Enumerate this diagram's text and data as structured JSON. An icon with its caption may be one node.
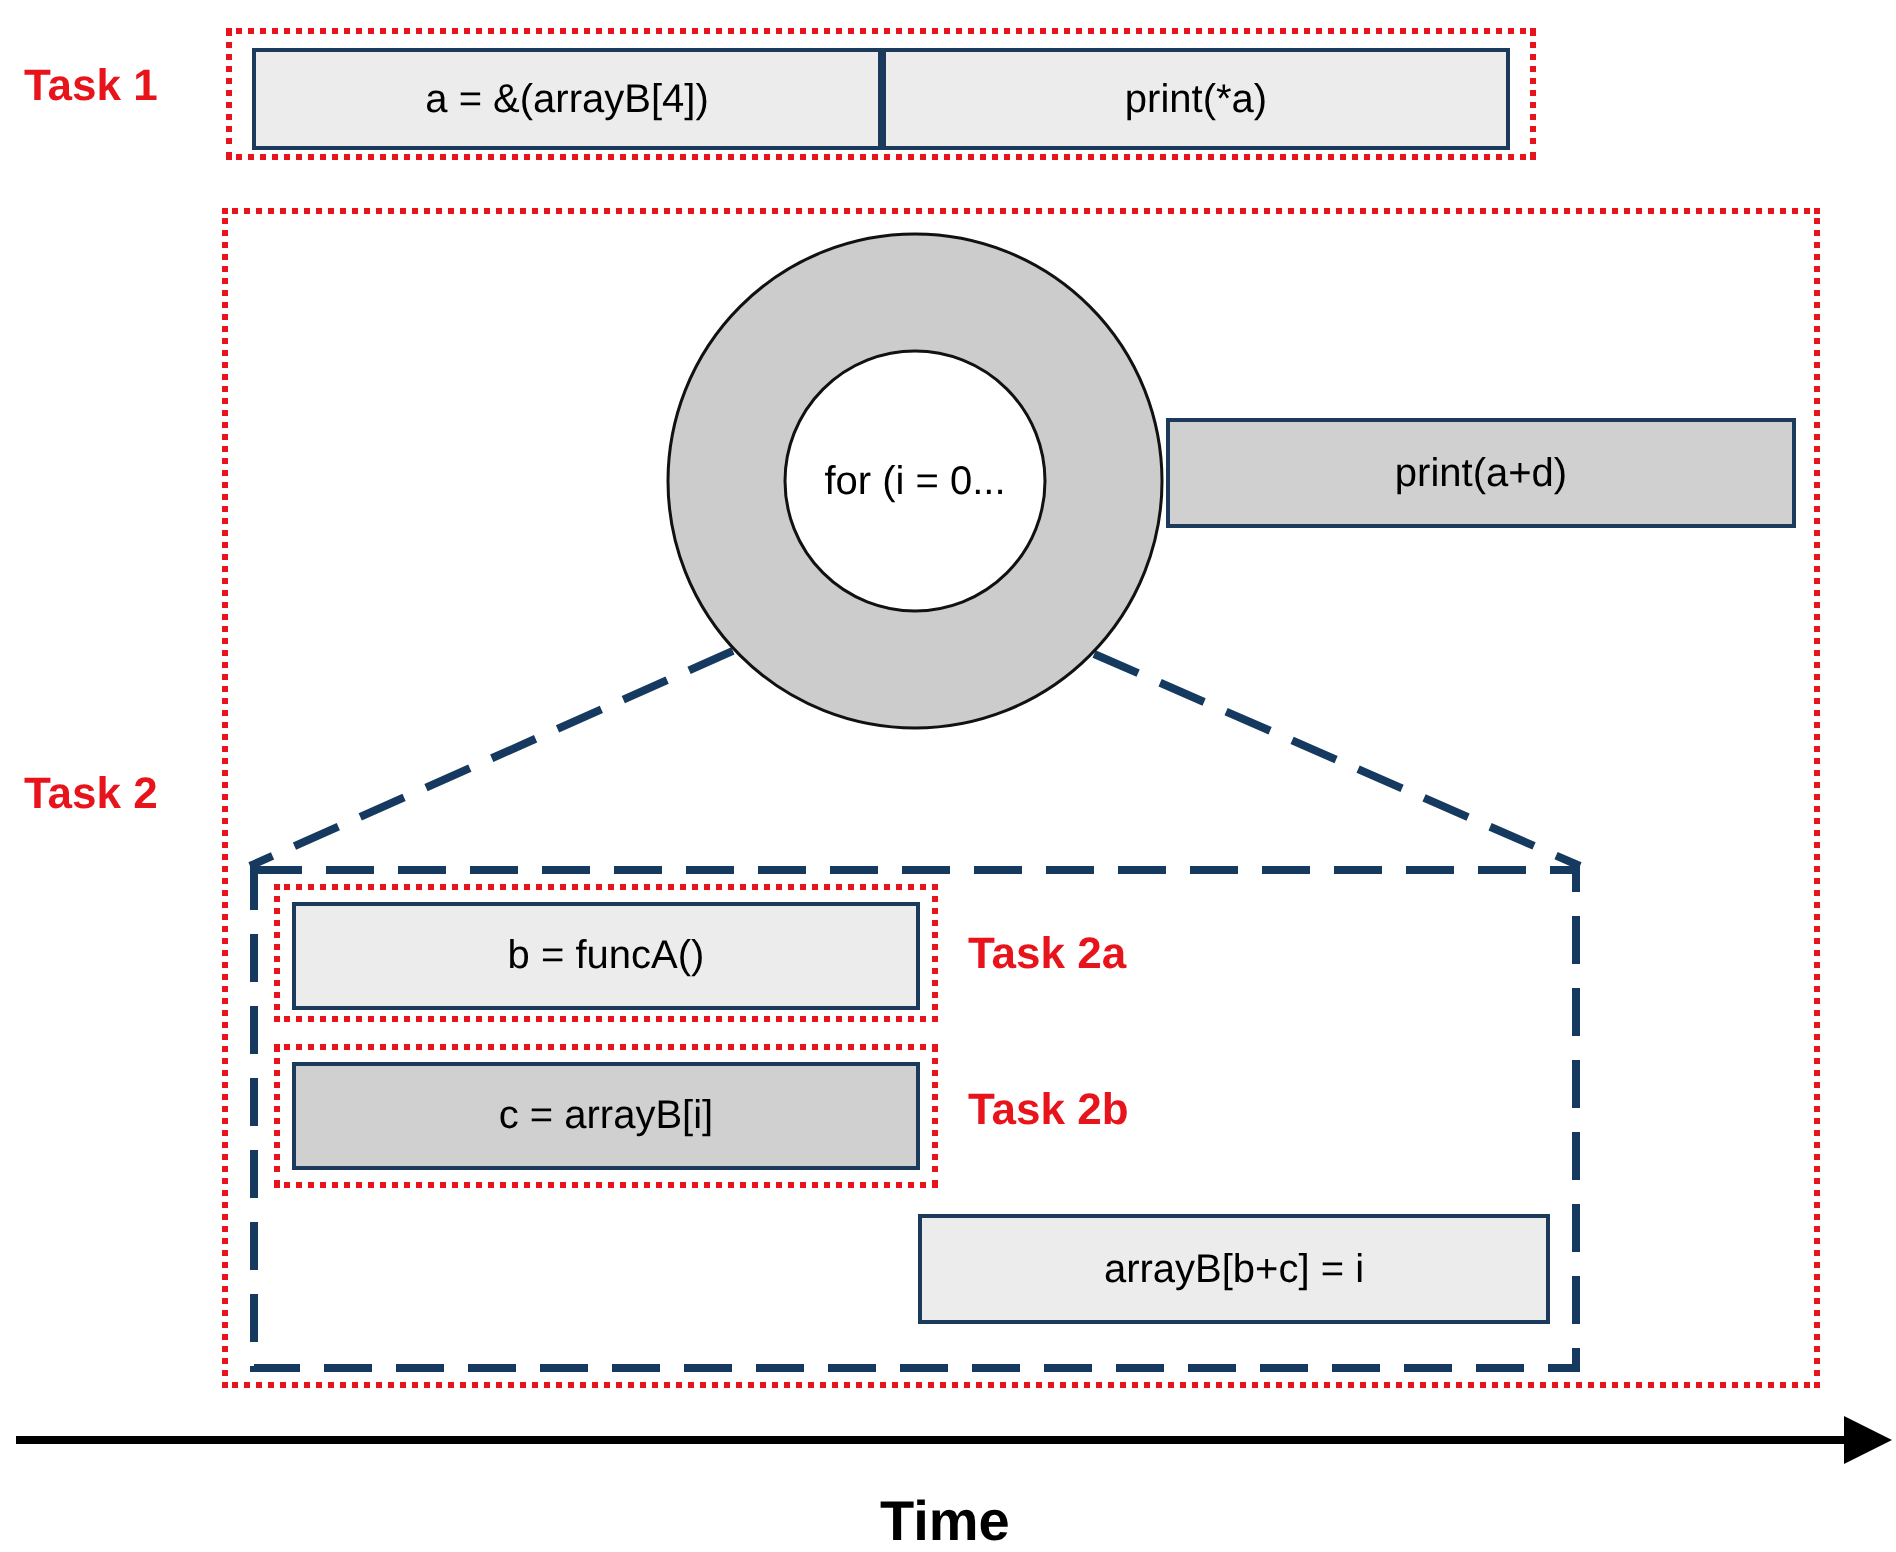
{
  "diagram": {
    "nodes": [
      {
        "text": [
          "Task 1"
        ]
      },
      {
        "text": [
          "a = &(arrayB[4])"
        ],
        "in": 0
      },
      {
        "text": [
          "print(*a)"
        ],
        "in": 0
      },
      {
        "text": [
          "Task 2"
        ]
      },
      {
        "text": [
          "for (i = 0..."
        ],
        "in": 3
      },
      {
        "text": [
          "print(a+d)"
        ],
        "in": 3
      },
      {
        "text": [],
        "shape": "box",
        "in": 3
      },
      {
        "text": [
          "Task 2a"
        ],
        "in": 6
      },
      {
        "text": [
          "b = funcA()"
        ],
        "in": 7
      },
      {
        "text": [
          "Task 2b"
        ],
        "in": 6
      },
      {
        "text": [
          "c = arrayB[i]"
        ],
        "in": 9
      },
      {
        "text": [
          "arrayB[b+c] = i"
        ],
        "in": 6
      }
    ],
    "edges": [
      {
        "from": 4,
        "to": 6,
        "arrow": "none",
        "style": "dashed"
      },
      {
        "from": 4,
        "to": 6,
        "arrow": "none",
        "style": "dashed"
      }
    ],
    "labels": [
      "Time"
    ]
  }
}
